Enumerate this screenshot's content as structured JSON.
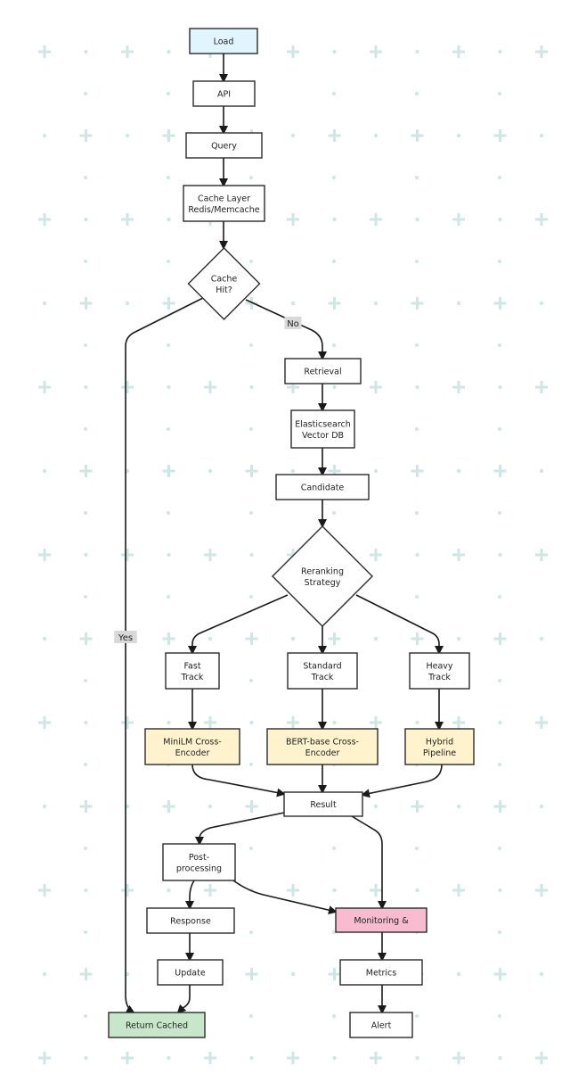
{
  "diagram": {
    "nodes": {
      "load": {
        "label": [
          "Load"
        ],
        "style": "start"
      },
      "api": {
        "label": [
          "API"
        ],
        "style": "default"
      },
      "query": {
        "label": [
          "Query"
        ],
        "style": "default"
      },
      "cache_layer": {
        "label": [
          "Cache Layer",
          "Redis/Memcache"
        ],
        "style": "default"
      },
      "cache_hit": {
        "label": [
          "Cache",
          "Hit?"
        ],
        "style": "decision"
      },
      "retrieval": {
        "label": [
          "Retrieval"
        ],
        "style": "default"
      },
      "elasticsearch": {
        "label": [
          "Elasticsearch",
          "Vector DB"
        ],
        "style": "default"
      },
      "candidate": {
        "label": [
          "Candidate"
        ],
        "style": "default"
      },
      "reranking": {
        "label": [
          "Reranking",
          "Strategy"
        ],
        "style": "decision"
      },
      "fast_track": {
        "label": [
          "Fast",
          "Track"
        ],
        "style": "default"
      },
      "standard_track": {
        "label": [
          "Standard",
          "Track"
        ],
        "style": "default"
      },
      "heavy_track": {
        "label": [
          "Heavy",
          "Track"
        ],
        "style": "default"
      },
      "minilm": {
        "label": [
          "MiniLM Cross-",
          "Encoder"
        ],
        "style": "model"
      },
      "bert": {
        "label": [
          "BERT-base Cross-",
          "Encoder"
        ],
        "style": "model"
      },
      "hybrid": {
        "label": [
          "Hybrid",
          "Pipeline"
        ],
        "style": "model"
      },
      "result": {
        "label": [
          "Result"
        ],
        "style": "default"
      },
      "post_processing": {
        "label": [
          "Post-",
          "processing"
        ],
        "style": "default"
      },
      "monitoring": {
        "label": [
          "Monitoring &"
        ],
        "style": "monitor"
      },
      "response": {
        "label": [
          "Response"
        ],
        "style": "default"
      },
      "metrics": {
        "label": [
          "Metrics"
        ],
        "style": "default"
      },
      "update": {
        "label": [
          "Update"
        ],
        "style": "default"
      },
      "alert": {
        "label": [
          "Alert"
        ],
        "style": "default"
      },
      "return_cached": {
        "label": [
          "Return Cached"
        ],
        "style": "end"
      }
    },
    "edges": [
      {
        "from": "load",
        "to": "api",
        "label": ""
      },
      {
        "from": "api",
        "to": "query",
        "label": ""
      },
      {
        "from": "query",
        "to": "cache_layer",
        "label": ""
      },
      {
        "from": "cache_layer",
        "to": "cache_hit",
        "label": ""
      },
      {
        "from": "cache_hit",
        "to": "retrieval",
        "label": "No"
      },
      {
        "from": "cache_hit",
        "to": "return_cached",
        "label": "Yes"
      },
      {
        "from": "retrieval",
        "to": "elasticsearch",
        "label": ""
      },
      {
        "from": "elasticsearch",
        "to": "candidate",
        "label": ""
      },
      {
        "from": "candidate",
        "to": "reranking",
        "label": ""
      },
      {
        "from": "reranking",
        "to": "fast_track",
        "label": ""
      },
      {
        "from": "reranking",
        "to": "standard_track",
        "label": ""
      },
      {
        "from": "reranking",
        "to": "heavy_track",
        "label": ""
      },
      {
        "from": "fast_track",
        "to": "minilm",
        "label": ""
      },
      {
        "from": "standard_track",
        "to": "bert",
        "label": ""
      },
      {
        "from": "heavy_track",
        "to": "hybrid",
        "label": ""
      },
      {
        "from": "minilm",
        "to": "result",
        "label": ""
      },
      {
        "from": "bert",
        "to": "result",
        "label": ""
      },
      {
        "from": "hybrid",
        "to": "result",
        "label": ""
      },
      {
        "from": "result",
        "to": "post_processing",
        "label": ""
      },
      {
        "from": "result",
        "to": "monitoring",
        "label": ""
      },
      {
        "from": "post_processing",
        "to": "response",
        "label": ""
      },
      {
        "from": "post_processing",
        "to": "monitoring",
        "label": ""
      },
      {
        "from": "response",
        "to": "update",
        "label": ""
      },
      {
        "from": "update",
        "to": "return_cached",
        "label": ""
      },
      {
        "from": "monitoring",
        "to": "metrics",
        "label": ""
      },
      {
        "from": "metrics",
        "to": "alert",
        "label": ""
      }
    ]
  },
  "colors": {
    "start_fill": "#e1f5fe",
    "model_fill": "#fff3cd",
    "monitor_fill": "#f8bbd0",
    "end_fill": "#c8e6c9",
    "default_fill": "#ffffff",
    "stroke": "#2b2b2b",
    "edge_label_bg": "#d9d9d9",
    "background_pattern": "#cfe7e4"
  }
}
